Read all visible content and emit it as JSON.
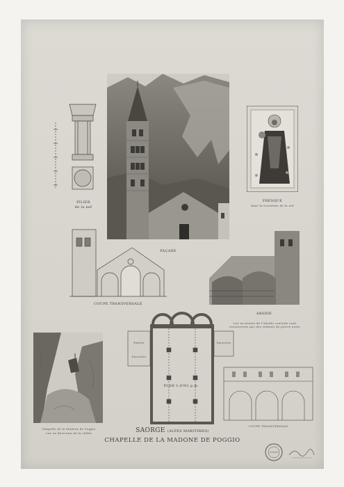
{
  "captions": {
    "pillar_title": "PILIER",
    "pillar_sub": "de la nef",
    "facade": "FAÇADE",
    "fresco_title": "FRESQUE",
    "fresco_sub": "dans la troisième de la nef",
    "coupe_transversale": "COUPE TRANSVERSALE",
    "abside": "ABSIDE",
    "abside_note": "Les arcatures de l'abside centrale sont recouvertes par des redents de pierre noire",
    "plan": "PLAN 1:0?01 p.m",
    "coupe_transversale_2": "COUPE TRANSVERSALE",
    "view_caption": "Chapelle de la Madone de Poggio",
    "view_caption_sub": "vue en direction de la vallée",
    "plan_label_left": "Entrée",
    "plan_label_left_2": "Sacristie",
    "plan_label_right": "Sacristie"
  },
  "title": {
    "line1": "SAORGE",
    "line1_sub": "(ALPES MARITIMES)",
    "line2": "CHAPELLE DE LA MADONE DE POGGIO"
  },
  "colors": {
    "paper": "#d6d4cc",
    "ink": "#3d3b37",
    "wash_dark": "#5a5750",
    "wash_mid": "#8d8a82",
    "wash_light": "#b9b6ae"
  }
}
